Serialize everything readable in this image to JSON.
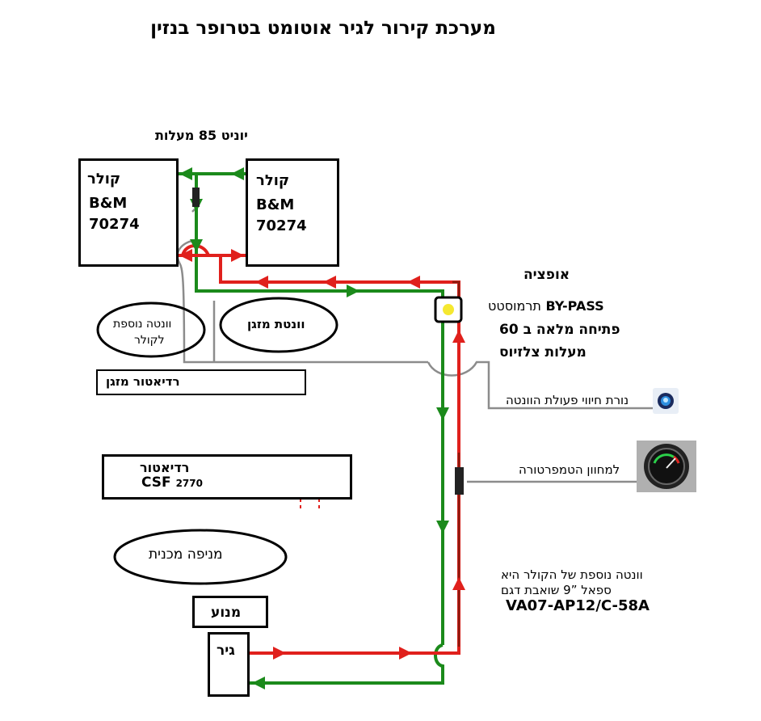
{
  "title": "מערכת קירור לגיר אוטומט בטרופר בנזין",
  "colors": {
    "hot_line": "#e0201c",
    "cold_line": "#1b8a1b",
    "gray_line": "#8c8c8c",
    "dark_red": "#8b1c10"
  },
  "coolers": [
    {
      "label": "קולר",
      "brand": "B&M",
      "model": "70274"
    },
    {
      "label": "קולר",
      "brand": "B&M",
      "model": "70274"
    }
  ],
  "valve_label": {
    "prefix": "יוניט",
    "value": "85",
    "suffix": "מעלות"
  },
  "option_label": "אופציה",
  "thermostat": {
    "label": "BY-PASS",
    "suffix": "תרמוסטט",
    "line1": "פתיחה מלאה ב 60",
    "line2": "מעלות צלזיוס"
  },
  "aux_fan_label": {
    "line1": "וונטה נוספת",
    "line2": "לקולר"
  },
  "ac_fan_label": "וונטת מזגן",
  "ac_radiator_label": "רדיאטור מזגן",
  "radiator": {
    "label": "רדיאטור",
    "brand": "CSF",
    "model": "2770"
  },
  "indicator_light_label": "נורת חיווי פעולת הוונטה",
  "temp_gauge_label": "למחוון הטמפרטורה",
  "fan_note": {
    "line1": "וונטה נוספת של הקולר היא",
    "line2": "ספאל ”9 שואבת דגם",
    "model": "VA07-AP12/C-58A"
  },
  "mechanical_fan_label": "מניפה מכנית",
  "engine_label": "מנוע",
  "gearbox_label": "גיר",
  "icons": [
    "indicator-light-icon",
    "temperature-gauge-icon"
  ]
}
